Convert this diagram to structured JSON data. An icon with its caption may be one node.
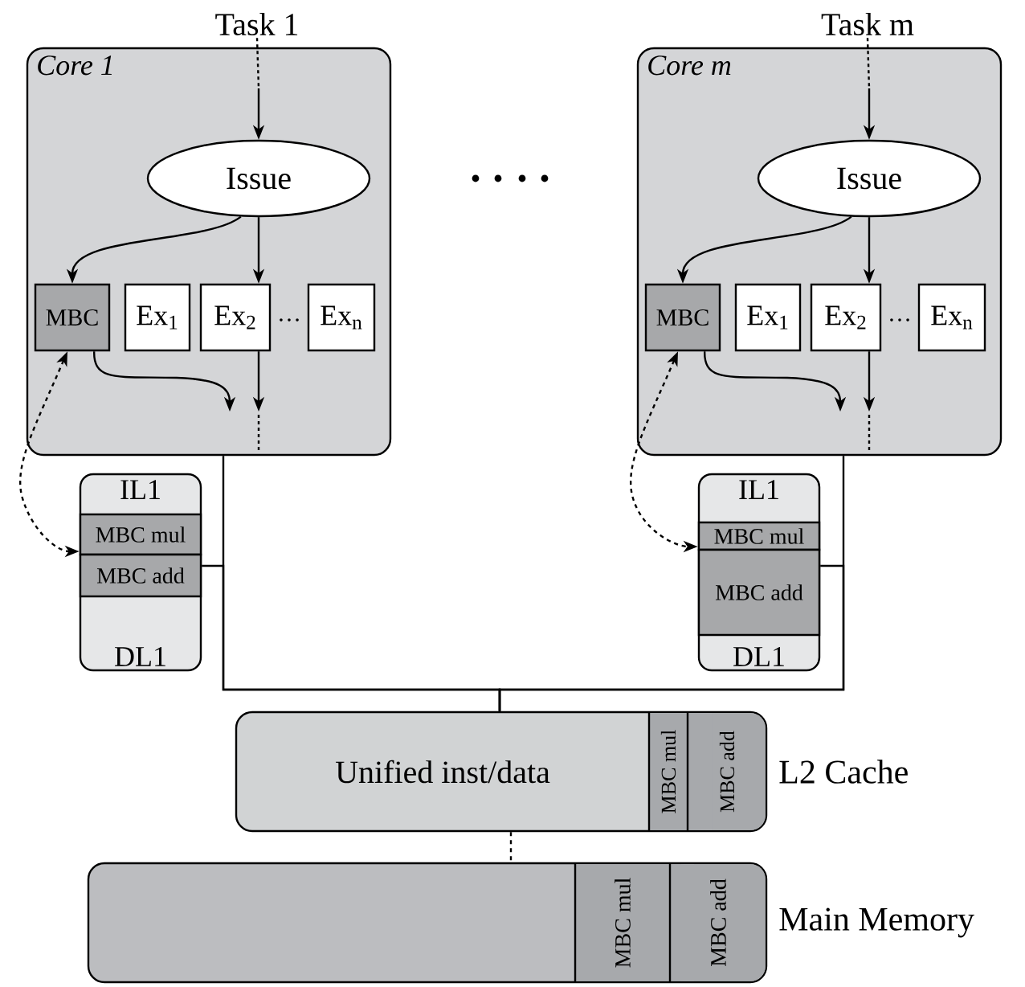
{
  "diagram": {
    "nodes": [
      {
        "text": [
          "Task 1"
        ]
      },
      {
        "text": [
          "Core 1"
        ]
      },
      {
        "text": [
          "Issue"
        ],
        "in": 1
      },
      {
        "text": [
          "MBC"
        ],
        "in": 1
      },
      {
        "text": [
          "Ex$_{1}$"
        ],
        "in": 1
      },
      {
        "text": [
          "Ex$_{2}$"
        ],
        "in": 1
      },
      {
        "text": [
          "Ex$_{n}$"
        ],
        "in": 1
      },
      {
        "text": [
          "IL1",
          "DL1"
        ]
      },
      {
        "text": [
          "MBC mul"
        ],
        "in": 7
      },
      {
        "text": [
          "MBC add"
        ],
        "in": 7
      },
      {
        "text": [
          "Task m"
        ]
      },
      {
        "text": [
          "Core m"
        ]
      },
      {
        "text": [
          "Issue"
        ],
        "in": 11
      },
      {
        "text": [
          "MBC"
        ],
        "in": 11
      },
      {
        "text": [
          "Ex$_{1}$"
        ],
        "in": 11
      },
      {
        "text": [
          "Ex$_{2}$"
        ],
        "in": 11
      },
      {
        "text": [
          "Ex$_{n}$"
        ],
        "in": 11
      },
      {
        "text": [
          "IL1",
          "DL1"
        ]
      },
      {
        "text": [
          "MBC mul"
        ],
        "in": 17
      },
      {
        "text": [
          "MBC add"
        ],
        "in": 17
      },
      {
        "text": [
          "Unified inst/data"
        ],
        "beside": [
          "L2 Cache"
        ]
      },
      {
        "text": [
          "MBC mul"
        ],
        "in": 20
      },
      {
        "text": [
          "MBC add"
        ],
        "in": 20
      },
      {
        "text": [],
        "shape": "box",
        "beside": [
          "Main Memory"
        ]
      },
      {
        "text": [
          "MBC mul"
        ],
        "in": 23
      },
      {
        "text": [
          "MBC add"
        ],
        "in": 23
      }
    ],
    "edges": [
      {
        "from": 0,
        "to": 2,
        "arrow": "to",
        "style": "dashed"
      },
      {
        "from": 2,
        "to": 3,
        "arrow": "to"
      },
      {
        "from": 2,
        "to": 5,
        "arrow": "to"
      },
      {
        "from": 3,
        "to": null,
        "arrow": "to"
      },
      {
        "from": 5,
        "to": null,
        "arrow": "to"
      },
      {
        "from": 3,
        "to": 7,
        "arrow": "both",
        "style": "dashed"
      },
      {
        "from": 1,
        "to": 20,
        "arrow": "none"
      },
      {
        "from": 7,
        "to": 20,
        "arrow": "none"
      },
      {
        "from": 10,
        "to": 12,
        "arrow": "to",
        "style": "dashed"
      },
      {
        "from": 12,
        "to": 13,
        "arrow": "to"
      },
      {
        "from": 12,
        "to": 15,
        "arrow": "to"
      },
      {
        "from": 13,
        "to": null,
        "arrow": "to"
      },
      {
        "from": 15,
        "to": null,
        "arrow": "to"
      },
      {
        "from": 13,
        "to": 17,
        "arrow": "both",
        "style": "dashed"
      },
      {
        "from": 11,
        "to": 20,
        "arrow": "none"
      },
      {
        "from": 17,
        "to": 20,
        "arrow": "none"
      },
      {
        "from": 20,
        "to": 23,
        "arrow": "none",
        "style": "dashed"
      }
    ],
    "labels": [
      "…",
      "…"
    ]
  }
}
